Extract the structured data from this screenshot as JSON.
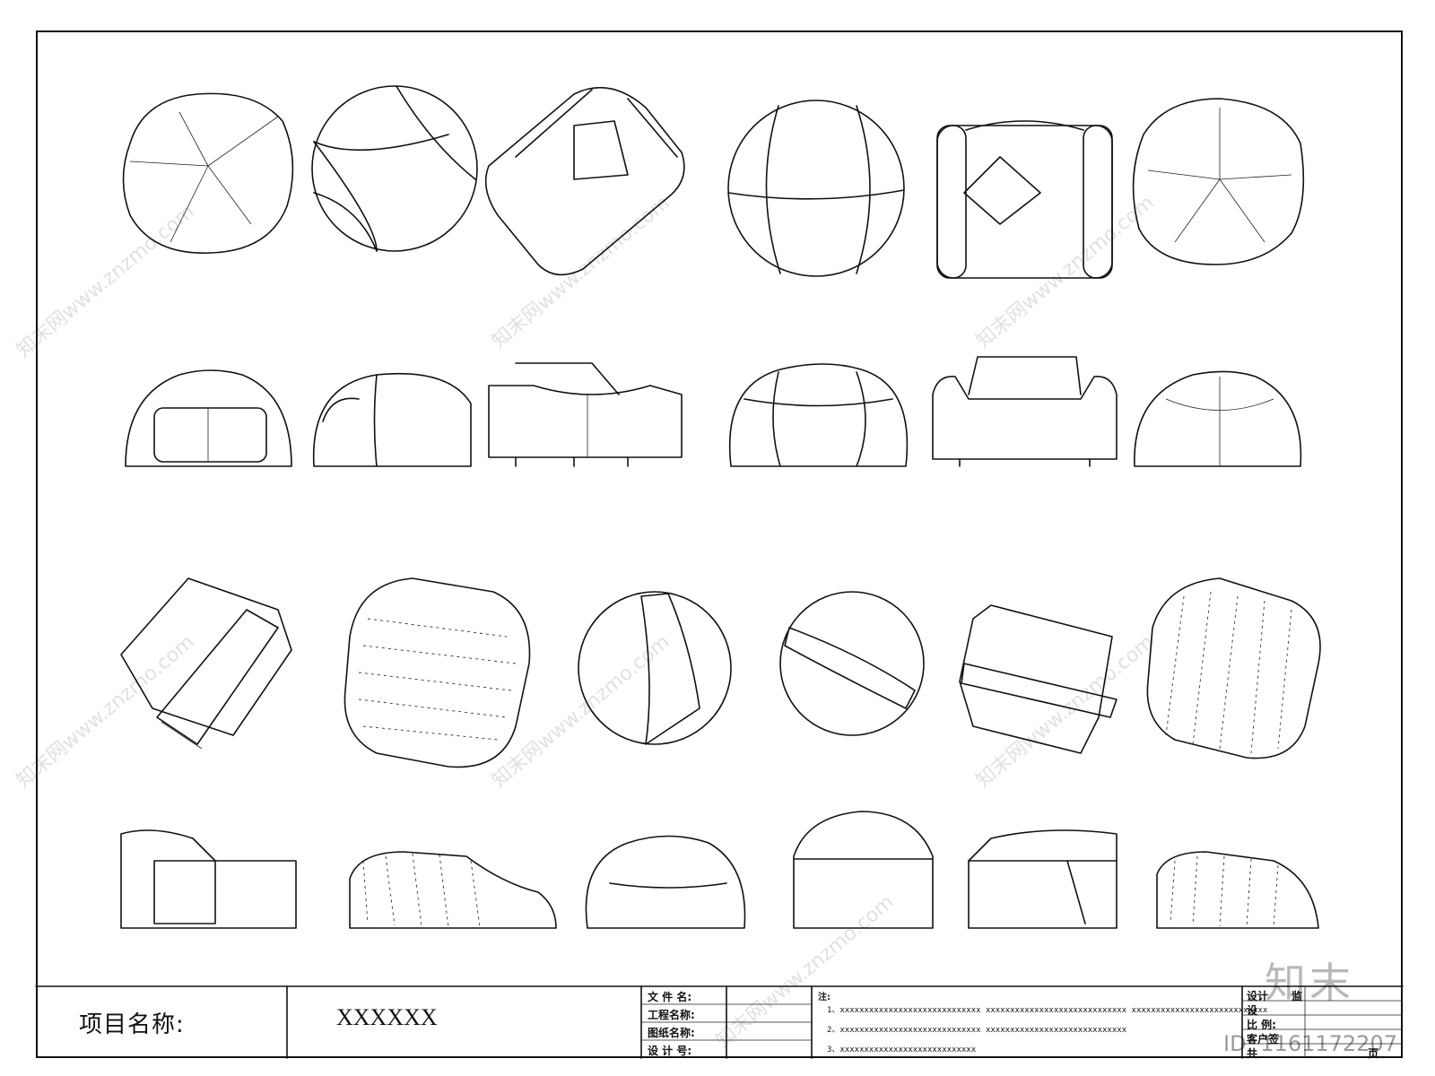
{
  "title_block": {
    "project_label": "项目名称:",
    "project_value": "XXXXXX",
    "file_name_label": "文 件 名:",
    "project_name_label": "工程名称:",
    "drawing_name_label": "图纸名称:",
    "design_no_label": "设 计 号:",
    "notes_label": "注:",
    "notes": [
      "1、xxxxxxxxxxxxxxxxxxxxxxxxxxxxx    xxxxxxxxxxxxxxxxxxxxxxxxxxxxx    xxxxxxxxxxxxxxxxxxxxxxxxxxxx",
      "2、xxxxxxxxxxxxxxxxxxxxxxxxxxxxx    xxxxxxxxxxxxxxxxxxxxxxxxxxxxx",
      "3、xxxxxxxxxxxxxxxxxxxxxxxxxxxx"
    ],
    "right_labels": [
      "设计",
      "设",
      "比  例:",
      "客户签",
      "共"
    ],
    "right_labels_b": [
      "监",
      "",
      "",
      "",
      "页"
    ]
  },
  "watermark": {
    "brand": "知末",
    "id_text": "ID: 1161172207",
    "site_text": "知末网www.znzmo.com"
  }
}
